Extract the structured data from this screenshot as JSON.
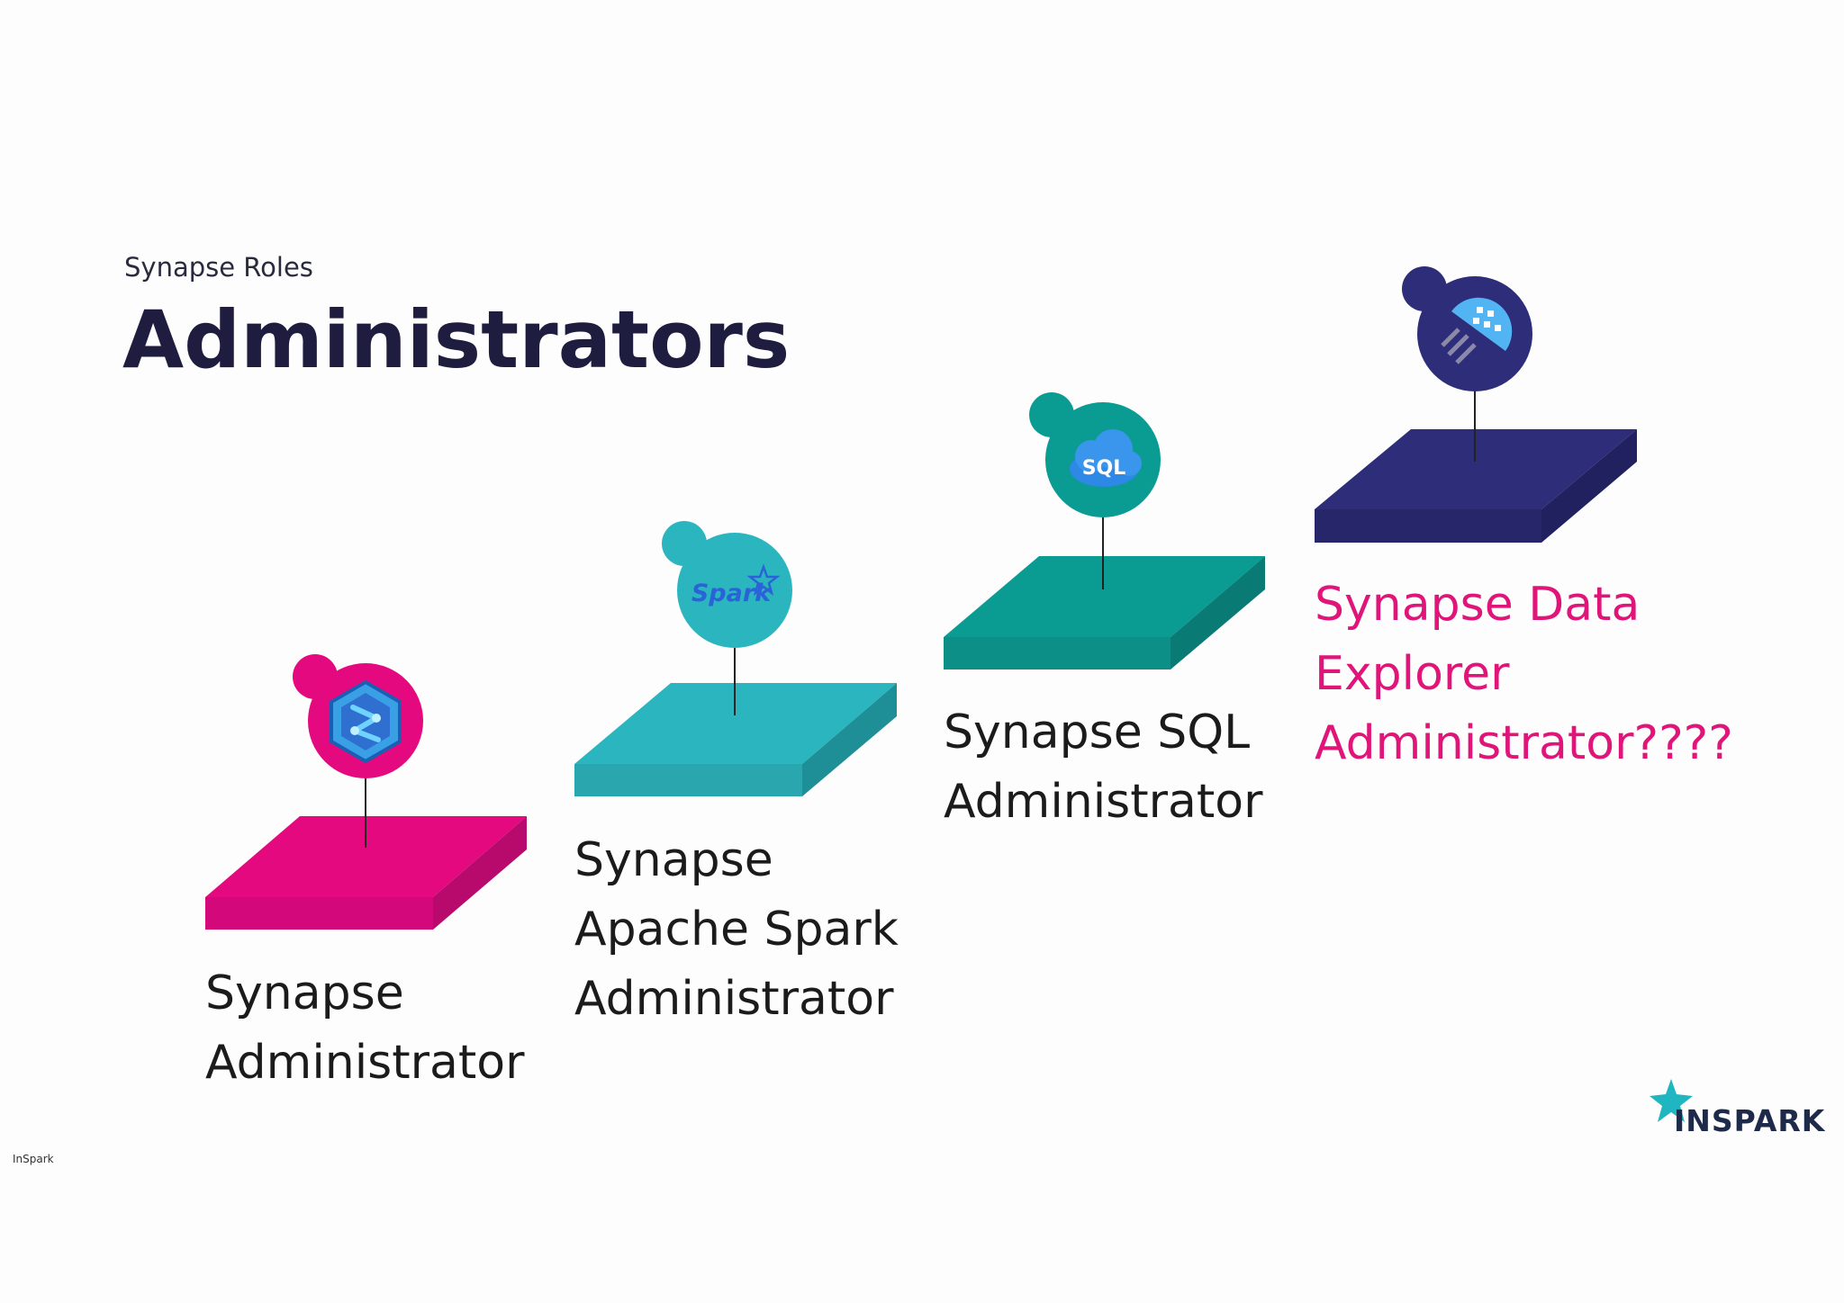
{
  "header": {
    "subtitle": "Synapse Roles",
    "title": "Administrators"
  },
  "roles": [
    {
      "label": "Synapse\nAdministrator",
      "color": "#e5097f",
      "icon": "synapse-icon",
      "highlight": false
    },
    {
      "label": "Synapse\nApache Spark\nAdministrator",
      "color": "#2bb6bf",
      "icon": "spark-icon",
      "icon_text": "Spark",
      "highlight": false
    },
    {
      "label": "Synapse SQL\nAdministrator",
      "color": "#0a9c93",
      "icon": "sql-cloud-icon",
      "icon_text": "SQL",
      "highlight": false
    },
    {
      "label": "Synapse Data\nExplorer\nAdministrator????",
      "color": "#2e2d79",
      "icon": "data-explorer-icon",
      "highlight": true
    }
  ],
  "colors": {
    "title": "#1e1c3f",
    "highlight_text": "#e0157a",
    "pink": "#e5097f",
    "teal_light": "#2bb6bf",
    "teal": "#0a9c93",
    "navy": "#2e2d79"
  },
  "logo": {
    "text": "INSPARK",
    "icon": "star-icon"
  },
  "footer": {
    "text": "InSpark"
  }
}
